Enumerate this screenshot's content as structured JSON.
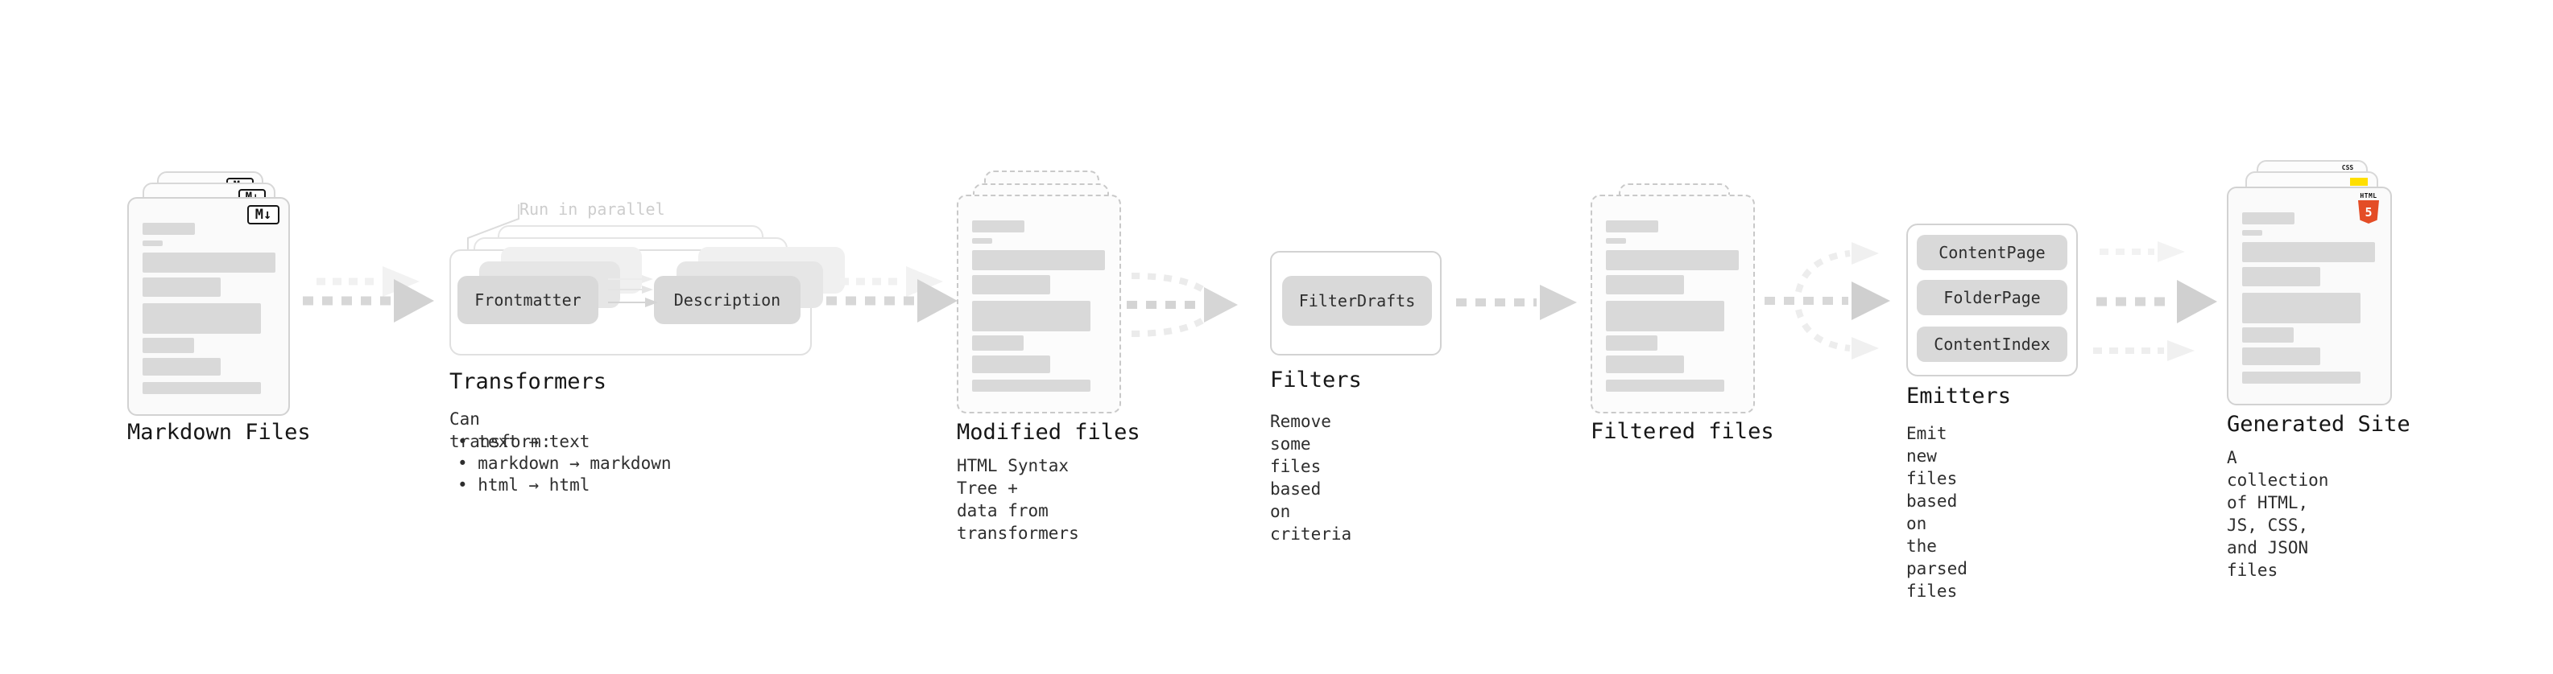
{
  "stages": [
    {
      "id": "markdown-files",
      "label": "Markdown Files"
    },
    {
      "id": "transformers",
      "note": "Run in parallel",
      "pills": [
        "Frontmatter",
        "Description"
      ],
      "label": "Transformers",
      "desc": "Can transform:",
      "bullets": [
        "• text → text",
        "• markdown → markdown",
        "• html → html"
      ]
    },
    {
      "id": "modified-files",
      "label": "Modified files",
      "desc": "HTML Syntax Tree +\ndata from transformers"
    },
    {
      "id": "filters",
      "pills": [
        "FilterDrafts"
      ],
      "label": "Filters",
      "desc": "Remove some files based\non criteria"
    },
    {
      "id": "filtered-files",
      "label": "Filtered files"
    },
    {
      "id": "emitters",
      "pills": [
        "ContentPage",
        "FolderPage",
        "ContentIndex"
      ],
      "label": "Emitters",
      "desc": "Emit new files based on\nthe parsed files"
    },
    {
      "id": "generated-site",
      "label": "Generated Site",
      "desc": "A collection of HTML,\nJS, CSS, and JSON files"
    }
  ],
  "badges": {
    "markdown": "M↓",
    "html5_text": "HTML",
    "html5_number": "5",
    "css_text": "CSS"
  },
  "colors": {
    "html5_orange": "#e44d26",
    "js_yellow": "#ffdf00",
    "css_blue": "#2c62e9",
    "arrow_gray": "#d6d6d6",
    "arrow_ghost": "#f1f1f1",
    "pill_gray": "#d9d9d9"
  }
}
